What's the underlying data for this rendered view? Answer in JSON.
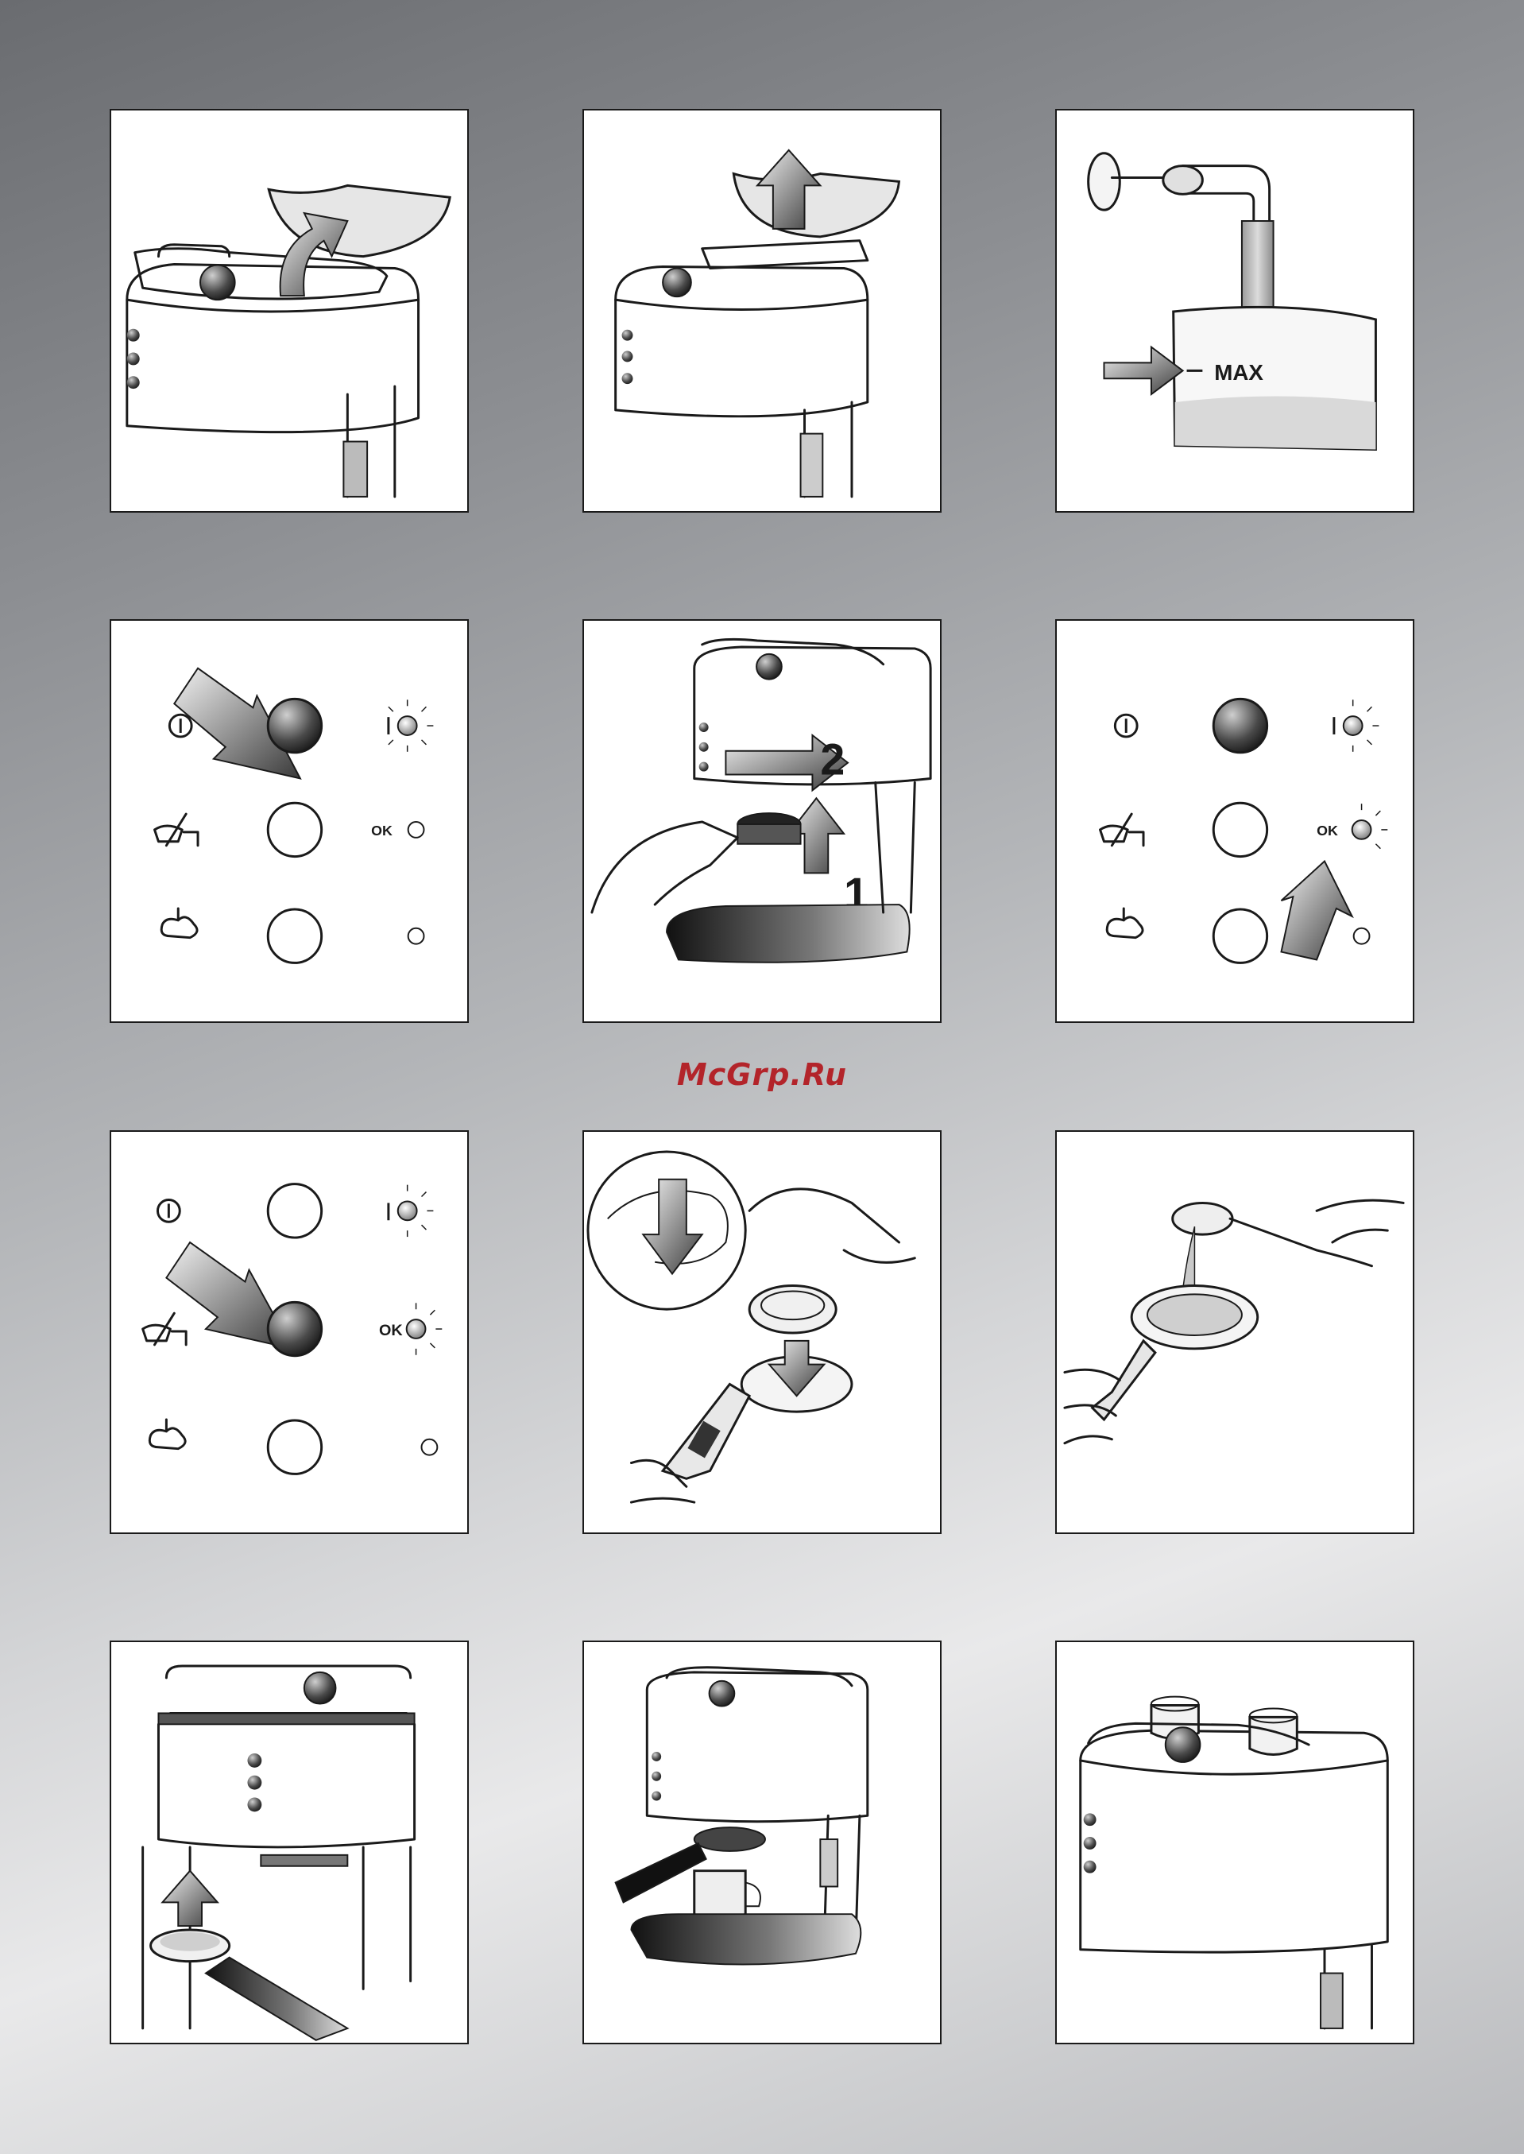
{
  "watermark": "McGrp.Ru",
  "labels": {
    "max": "MAX",
    "ok": "OK",
    "step_1": "1",
    "step_2": "2"
  },
  "colors": {
    "watermark": "#b3242a",
    "panel_border": "#1a1a1a"
  },
  "panels": [
    {
      "icon": "lift-lid-illustration"
    },
    {
      "icon": "remove-tank-illustration"
    },
    {
      "icon": "fill-tank-max-illustration"
    },
    {
      "icon": "press-power-button-illustration"
    },
    {
      "icon": "insert-filter-holder-illustration"
    },
    {
      "icon": "ok-light-on-illustration"
    },
    {
      "icon": "press-coffee-button-illustration"
    },
    {
      "icon": "insert-filter-illustration"
    },
    {
      "icon": "add-ground-coffee-illustration"
    },
    {
      "icon": "tamp-coffee-illustration"
    },
    {
      "icon": "brew-coffee-illustration"
    },
    {
      "icon": "warm-cups-illustration"
    }
  ]
}
